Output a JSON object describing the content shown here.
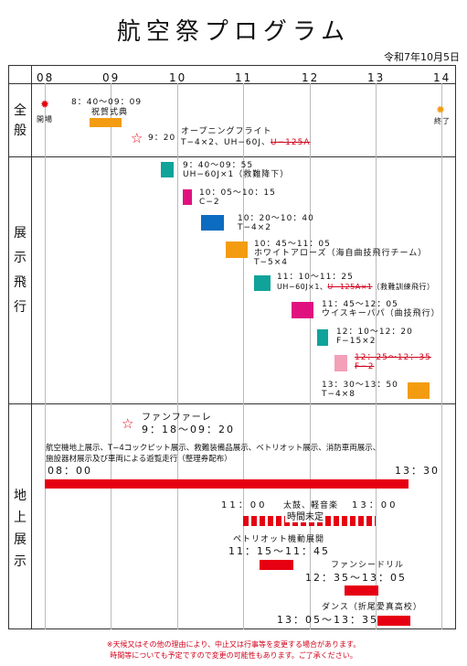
{
  "header": {
    "title": "航空祭プログラム",
    "date": "令和7年10月5日"
  },
  "timeline": {
    "hours": [
      "08",
      "09",
      "10",
      "11",
      "12",
      "13",
      "14"
    ]
  },
  "sections": {
    "general": "全\n般",
    "flight": "展\n示\n飛\n行",
    "ground": "地\n上\n展\n示"
  },
  "general": {
    "open_label": "開場",
    "close_label": "終了",
    "ceremony_time": "8：40〜09：09",
    "ceremony_name": "祝賀式典",
    "opening_time": "9：20",
    "opening_name": "オープニングフライト",
    "opening_detail": "T−4×2、UH−60J、",
    "opening_cancel": "U−125A"
  },
  "flights": [
    {
      "time": "9：40〜09：55",
      "detail": "UH−60J×1（救難降下）"
    },
    {
      "time": "10：05〜10：15",
      "detail": "C−2"
    },
    {
      "time": "10：20〜10：40",
      "detail": "T−4×2"
    },
    {
      "time": "10：45〜11：05",
      "detail": "ホワイトアローズ（海自曲技飛行チーム）",
      "detail2": "T−5×4"
    },
    {
      "time": "11：10〜11：25",
      "detail": "UH−60J×1、",
      "cancel": "U−125A×1",
      "detail_tail": "（救難訓練飛行）"
    },
    {
      "time": "11：45〜12：05",
      "detail": "ウイスキーパパ（曲技飛行）"
    },
    {
      "time": "12：10〜12：20",
      "detail": "F−15×2"
    },
    {
      "time": "12：25〜12：35",
      "detail": "F−2",
      "cancelled": true
    },
    {
      "time": "13：30〜13：50",
      "detail": "T−4×8"
    }
  ],
  "ground": {
    "fanfare_name": "ファンファーレ",
    "fanfare_time": "9：18〜09：20",
    "exhibit_line1": "航空機地上展示、T−4コックピット展示、救難装備品展示、ベトリオット展示、消防車両展示、",
    "exhibit_line2": "施設器材展示及び車両による遊覧走行（整理券配布）",
    "exhibit_start": "08：00",
    "exhibit_end": "13：30",
    "drum_start": "11：00",
    "drum_name": "太鼓、軽音楽",
    "drum_end": "13：00",
    "drum_undecided": "時間未定",
    "patriot_name": "ペトリオット機動展開",
    "patriot_time": "11：15〜11：45",
    "fancy_name": "ファンシードリル",
    "fancy_time": "12：35〜13：05",
    "dance_name": "ダンス（折尾愛真高校）",
    "dance_time": "13：05〜13：35"
  },
  "footer": {
    "line1": "※天候又はその他の理由により、中止又は行事等を変更する場合があります。",
    "line2": "時間等についても予定ですので変更の可能性もあります。ご了承ください。"
  },
  "colors": {
    "orange": "#f39c12",
    "teal": "#0fa39a",
    "pink": "#e0117f",
    "blue": "#0b6cc0",
    "red": "#e60012",
    "lightpink": "#f3a0b8"
  }
}
